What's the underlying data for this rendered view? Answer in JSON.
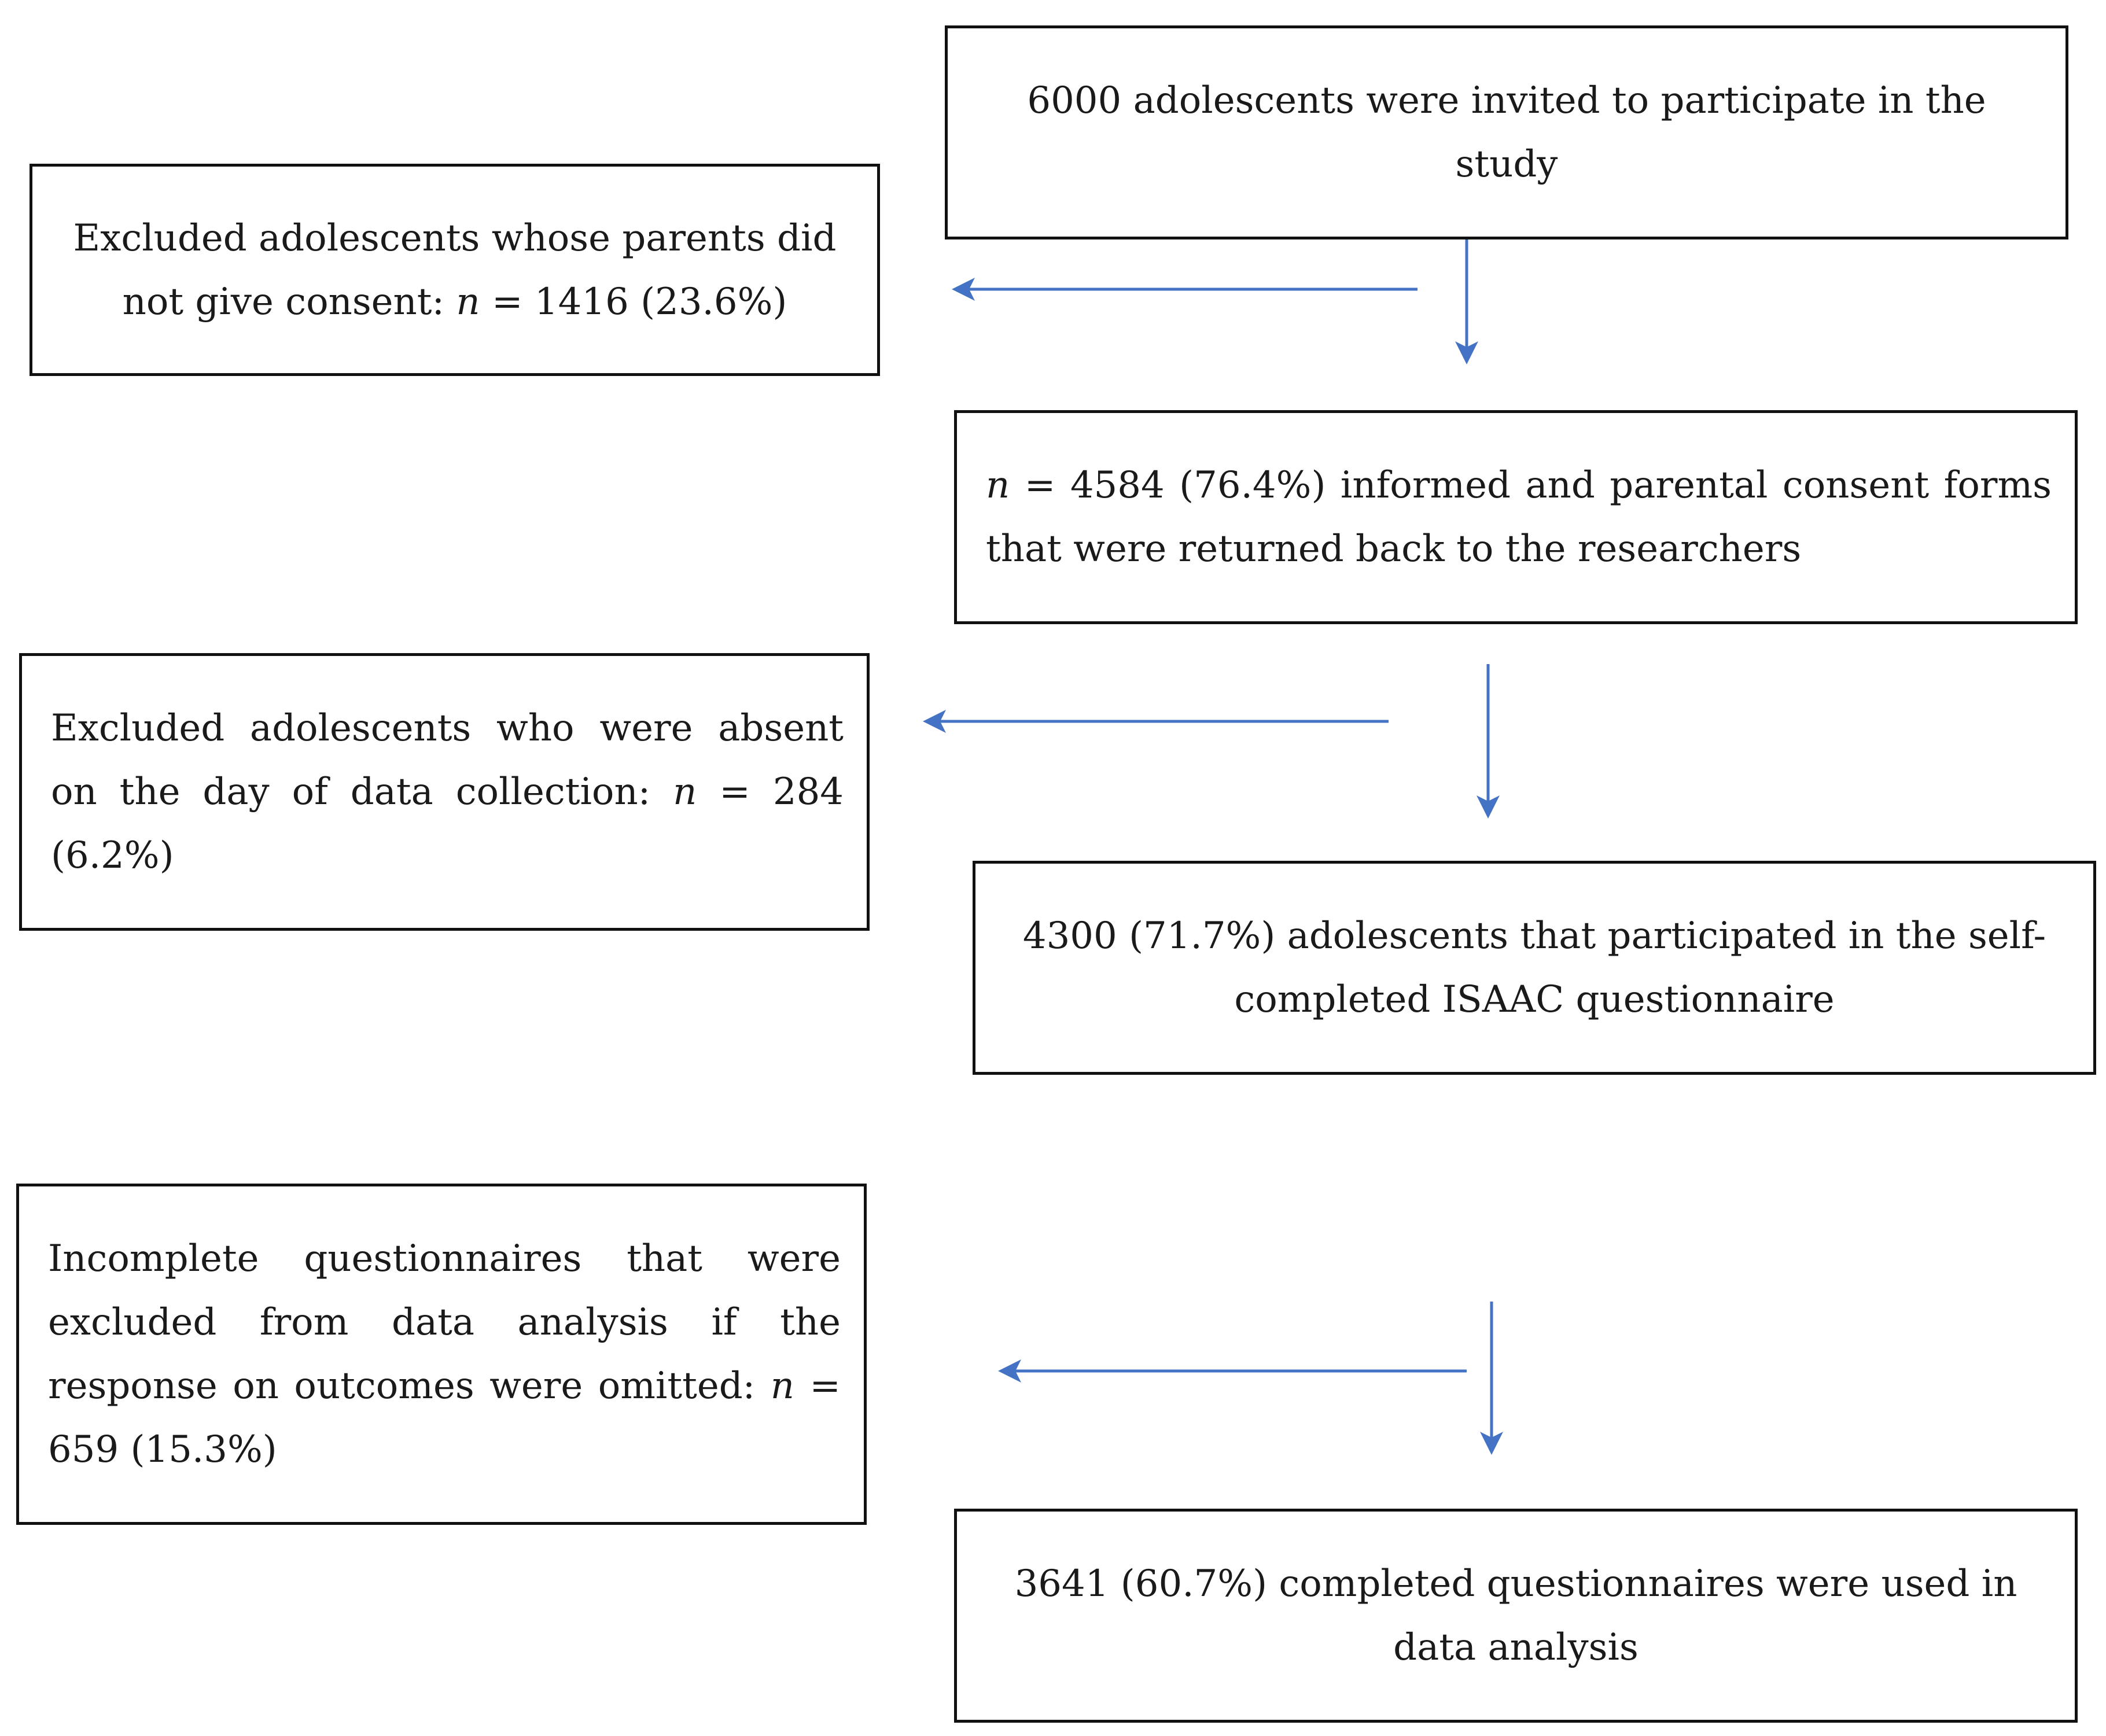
{
  "boxes": {
    "invited": "6000 adolescents were invited to participate in the study",
    "consent_excluded": {
      "prefix": "Excluded adolescents whose parents did not give consent: ",
      "n": "n",
      "suffix": " = 1416 (23.6%)"
    },
    "returned": {
      "n": "n",
      "suffix": " = 4584 (76.4%) informed and parental consent forms that were returned back to the researchers"
    },
    "absent_excluded": {
      "prefix": "Excluded adolescents who were absent on the day of data collection: ",
      "n": "n",
      "suffix": " = 284 (6.2%)"
    },
    "participated": "4300 (71.7%) adolescents that participated in the self-completed ISAAC questionnaire",
    "incomplete_excluded": {
      "prefix": "Incomplete questionnaires that were excluded from data analysis if the response on outcomes were omitted: ",
      "n": "n",
      "suffix": " = 659 (15.3%)"
    },
    "analysed": "3641 (60.7%) completed questionnaires were used in data analysis"
  },
  "colors": {
    "arrow": "#4472c4",
    "border": "#111111",
    "text": "#1a1a1a"
  }
}
